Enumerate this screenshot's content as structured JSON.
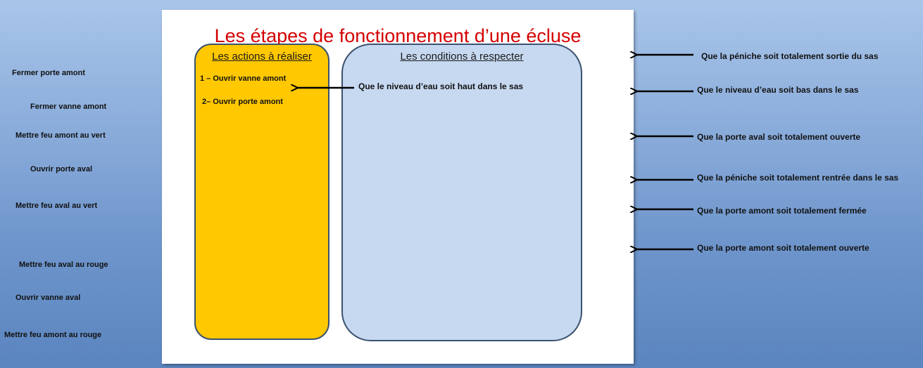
{
  "title": "Les étapes de fonctionnement d’une écluse",
  "actions_box": {
    "header": "Les actions à réaliser",
    "items": [
      "1 – Ouvrir vanne amont",
      "2– Ouvrir porte amont"
    ]
  },
  "conditions_box": {
    "header": "Les conditions à respecter",
    "placed_condition": "Que le niveau d’eau soit haut dans le sas"
  },
  "left_actions": [
    "Fermer porte amont",
    "Fermer vanne amont",
    "Mettre feu amont au vert",
    "Ouvrir porte aval",
    "Mettre feu aval au vert",
    "Mettre feu aval au rouge",
    "Ouvrir vanne aval",
    "Mettre feu amont au rouge"
  ],
  "right_conditions": [
    "Que la péniche soit totalement sortie du sas",
    "Que le niveau d’eau soit bas dans le sas",
    "Que la porte aval soit totalement ouverte",
    "Que la péniche soit totalement rentrée dans le sas",
    "Que la porte amont soit totalement fermée",
    "Que la porte amont soit totalement ouverte"
  ],
  "colors": {
    "title": "#d40000",
    "actions_fill": "#ffc800",
    "conditions_fill": "#c6d9f1"
  }
}
